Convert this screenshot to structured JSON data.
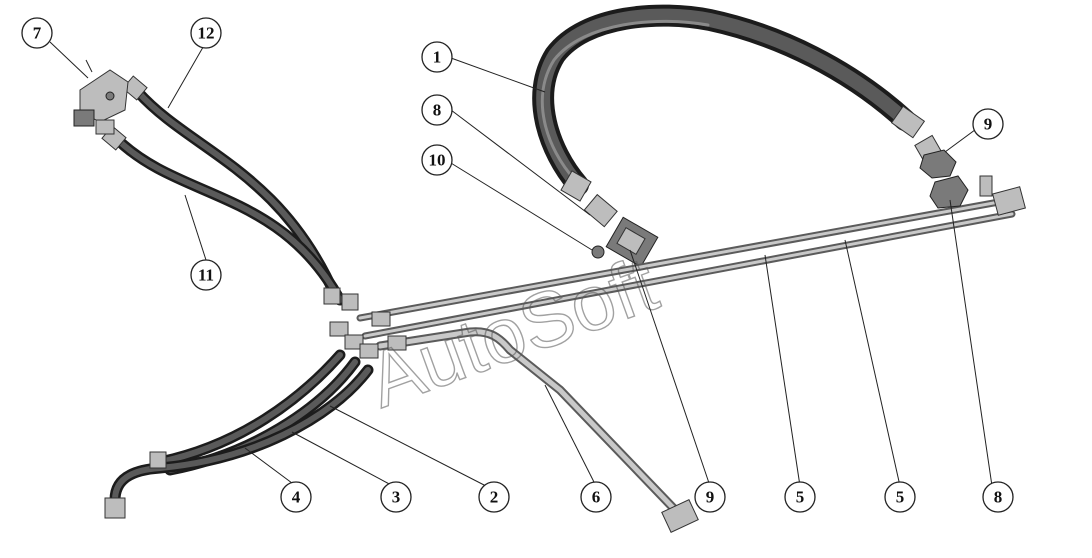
{
  "watermark": "AutoSoft",
  "callouts": [
    {
      "id": "c1",
      "label": "1"
    },
    {
      "id": "c2",
      "label": "2"
    },
    {
      "id": "c3",
      "label": "3"
    },
    {
      "id": "c4",
      "label": "4"
    },
    {
      "id": "c5a",
      "label": "5"
    },
    {
      "id": "c5b",
      "label": "5"
    },
    {
      "id": "c6",
      "label": "6"
    },
    {
      "id": "c7",
      "label": "7"
    },
    {
      "id": "c8a",
      "label": "8"
    },
    {
      "id": "c8b",
      "label": "8"
    },
    {
      "id": "c9a",
      "label": "9"
    },
    {
      "id": "c9b",
      "label": "9"
    },
    {
      "id": "c10",
      "label": "10"
    },
    {
      "id": "c11",
      "label": "11"
    },
    {
      "id": "c12",
      "label": "12"
    }
  ]
}
